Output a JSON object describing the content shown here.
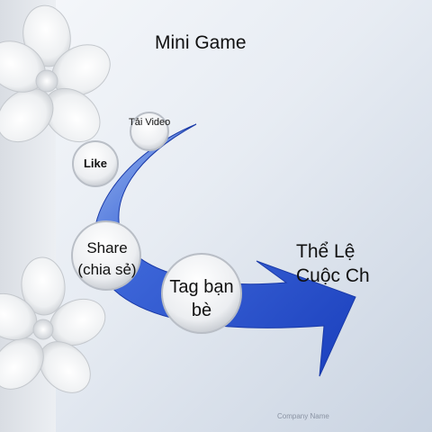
{
  "title": "Mini Game",
  "steps": {
    "video": "Tải Video",
    "like": "Like",
    "share": "Share (chia sẻ)",
    "tag": "Tag bạn bè"
  },
  "rules_text": "Thể Lệ Cuộc Ch",
  "footer": "Company Name",
  "colors": {
    "arrow_light": "#8fb0ea",
    "arrow_dark": "#1f45c8",
    "circle_fill": "#f2f3f5",
    "circle_ring": "#b9bec6",
    "background": "#e7ecf3"
  }
}
